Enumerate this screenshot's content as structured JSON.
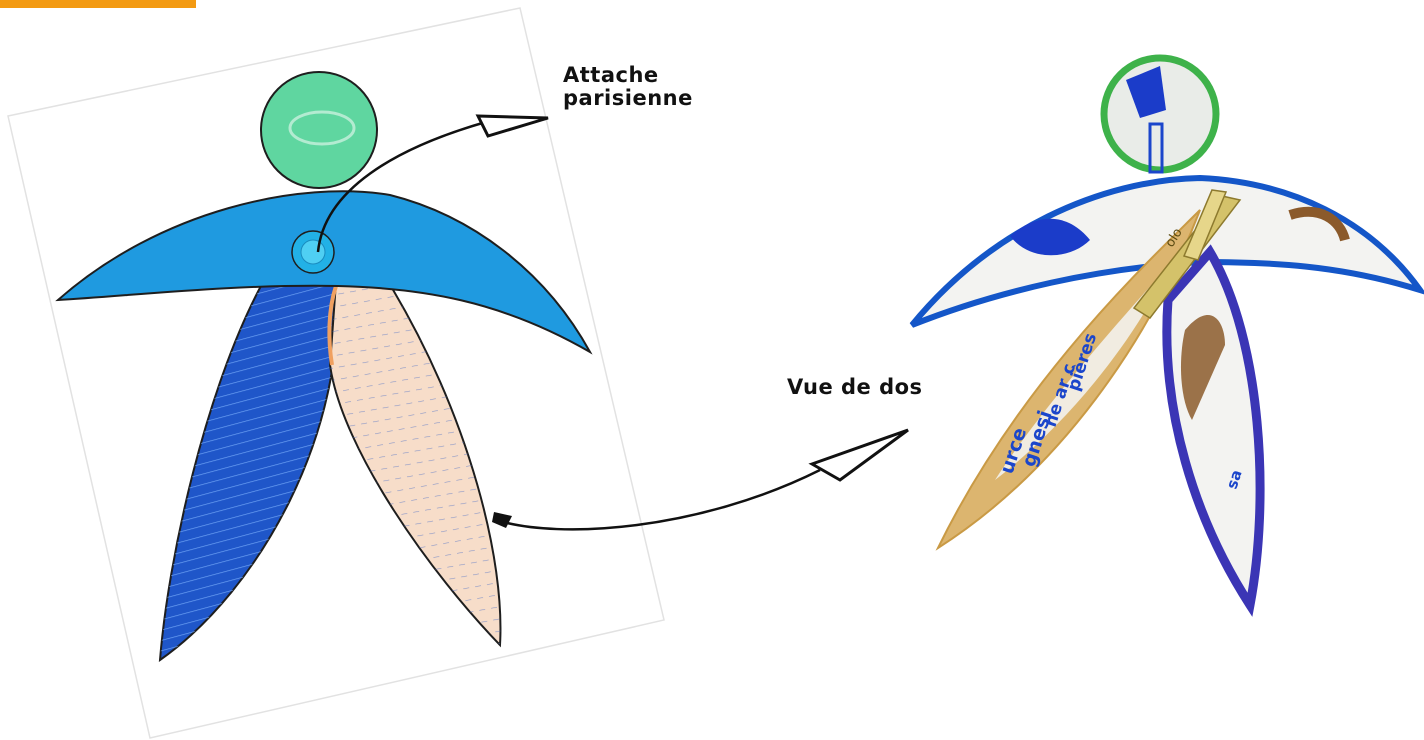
{
  "annotations": {
    "attache_line1": "Attache",
    "attache_line2": "parisienne",
    "vue_de_dos": "Vue de dos"
  },
  "colors": {
    "accent_bar": "#f39a12",
    "arm_blue": "#1f9ae0",
    "leg_dark_blue": "#1f56c9",
    "leg_peach": "#f7ddc9",
    "head_green": "#5fd6a0",
    "back_tan": "#dcb56f",
    "back_violet": "#3b35b5",
    "back_blue_outline": "#1456c8"
  },
  "back_view": {
    "card_fragments": [
      "urce",
      "gnesi",
      "ne ar c",
      "pières",
      "sa"
    ],
    "clip_label": "olo"
  }
}
